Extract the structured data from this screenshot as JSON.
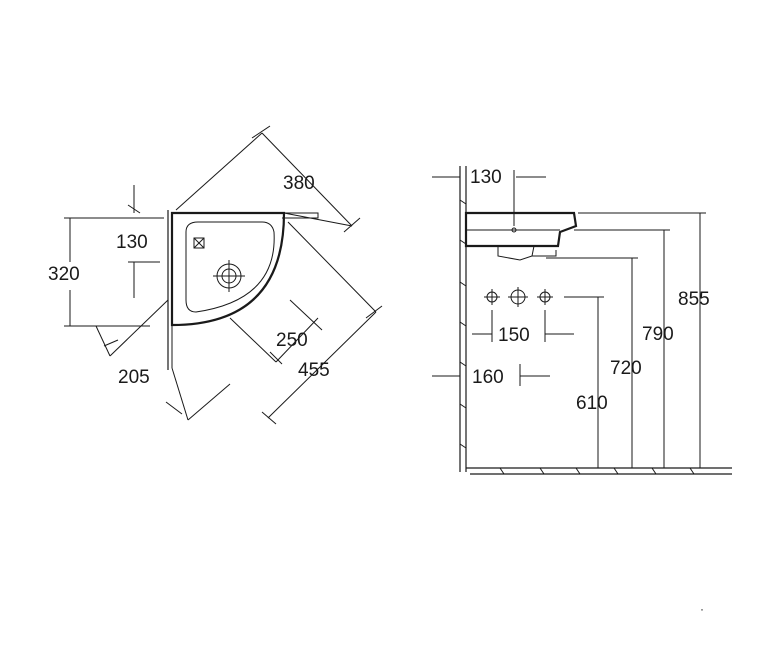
{
  "plan_view": {
    "dims": {
      "d380": "380",
      "d130": "130",
      "d320": "320",
      "d250": "250",
      "d455": "455",
      "d205": "205"
    }
  },
  "side_view": {
    "dims": {
      "d130": "130",
      "d150": "150",
      "d160": "160",
      "d855": "855",
      "d790": "790",
      "d720": "720",
      "d610": "610"
    }
  },
  "corner_mark": "·"
}
